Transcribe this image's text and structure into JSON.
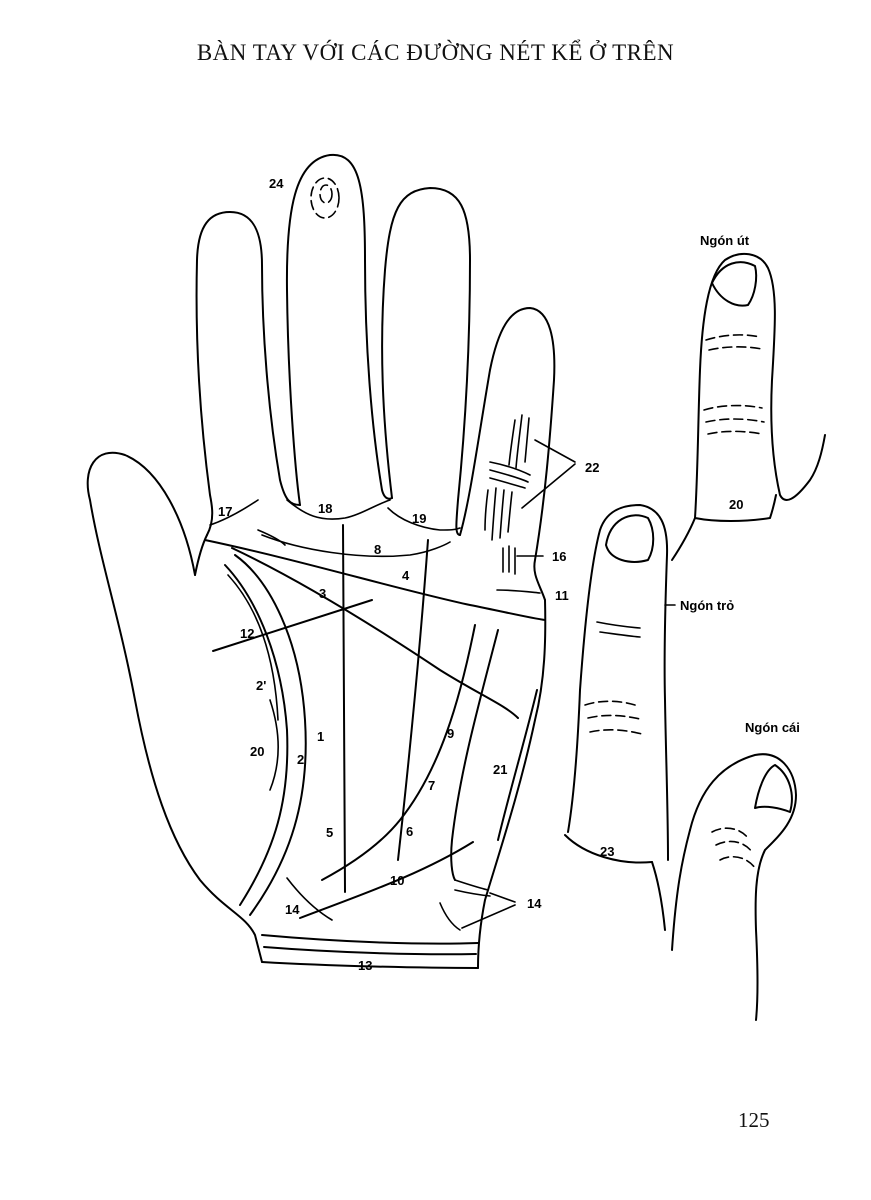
{
  "title": "BÀN TAY VỚI CÁC ĐƯỜNG NÉT KỂ Ở TRÊN",
  "page_number": "125",
  "captions": {
    "little_finger": "Ngón út",
    "index_finger": "Ngón trỏ",
    "thumb": "Ngón cái"
  },
  "labels": {
    "l1": "1",
    "l2": "2",
    "l2p": "2'",
    "l3": "3",
    "l4": "4",
    "l5": "5",
    "l6": "6",
    "l7": "7",
    "l8": "8",
    "l9": "9",
    "l10": "10",
    "l11": "11",
    "l12": "12",
    "l13": "13",
    "l14a": "14",
    "l14b": "14",
    "l16": "16",
    "l17": "17",
    "l18": "18",
    "l19": "19",
    "l20a": "20",
    "l20b": "20",
    "l21": "21",
    "l22": "22",
    "l23": "23",
    "l24": "24"
  }
}
